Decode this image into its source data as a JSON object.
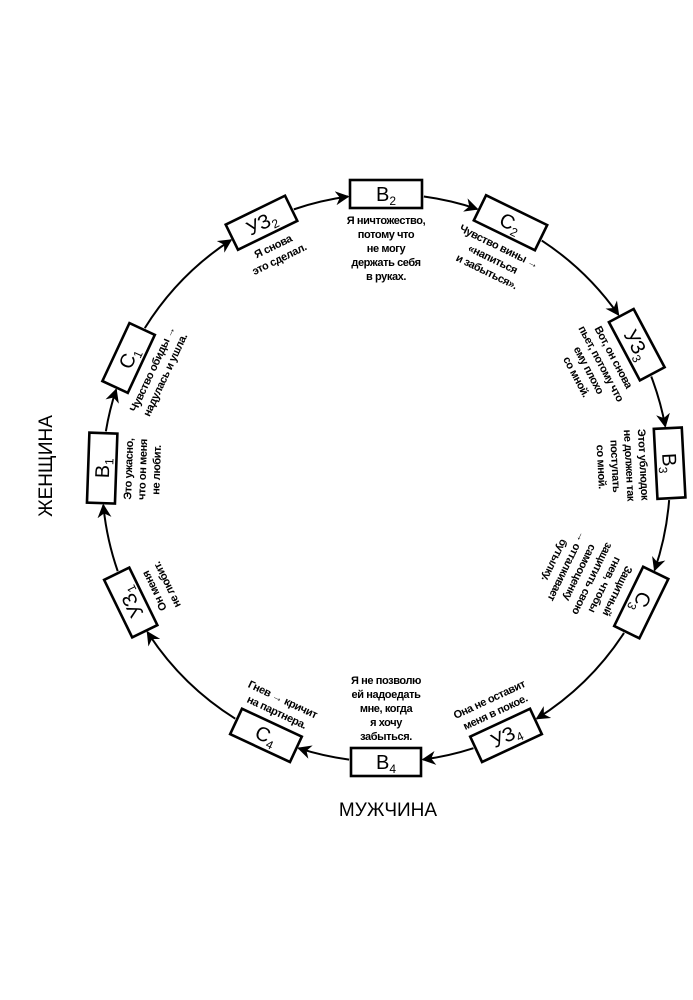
{
  "labels": {
    "woman": "ЖЕНЩИНА",
    "man": "МУЖЧИНА"
  },
  "nodes": [
    {
      "letter": "В",
      "sub": "2",
      "text": [
        "Я ничтожество,",
        "потому что",
        "не могу",
        "держать себя",
        "в руках."
      ]
    },
    {
      "letter": "С",
      "sub": "2",
      "text": [
        "Чувство вины →",
        "«напиться",
        "и забыться»."
      ]
    },
    {
      "letter": "УЗ",
      "sub": "3",
      "text": [
        "Вот, он снова",
        "пьет, потому что",
        "ему плохо",
        "со мной."
      ]
    },
    {
      "letter": "В",
      "sub": "3",
      "text": [
        "Этот ублюдок",
        "не должен так",
        "поступать",
        "со мной."
      ]
    },
    {
      "letter": "С",
      "sub": "3",
      "text": [
        "Защитный",
        "гнев, чтобы",
        "защитить свою",
        "самооценку",
        "→ отталкивает",
        "бутылку."
      ]
    },
    {
      "letter": "УЗ",
      "sub": "4",
      "text": [
        "Она не оставит",
        "меня в покое."
      ]
    },
    {
      "letter": "В",
      "sub": "4",
      "text": [
        "Я не позволю",
        "ей надоедать",
        "мне, когда",
        "я хочу",
        "забыться."
      ]
    },
    {
      "letter": "С",
      "sub": "4",
      "text": [
        "Гнев → кричит",
        "на партнера."
      ]
    },
    {
      "letter": "УЗ",
      "sub": "1",
      "text": [
        "Он меня",
        "не любит."
      ]
    },
    {
      "letter": "В",
      "sub": "1",
      "text": [
        "Это ужасно,",
        "что он меня",
        "не любит."
      ]
    },
    {
      "letter": "С",
      "sub": "1",
      "text": [
        "Чувство обиды →",
        "надулась и ушла."
      ]
    },
    {
      "letter": "УЗ",
      "sub": "2",
      "text": [
        "Я снова",
        "это сделал."
      ]
    }
  ]
}
